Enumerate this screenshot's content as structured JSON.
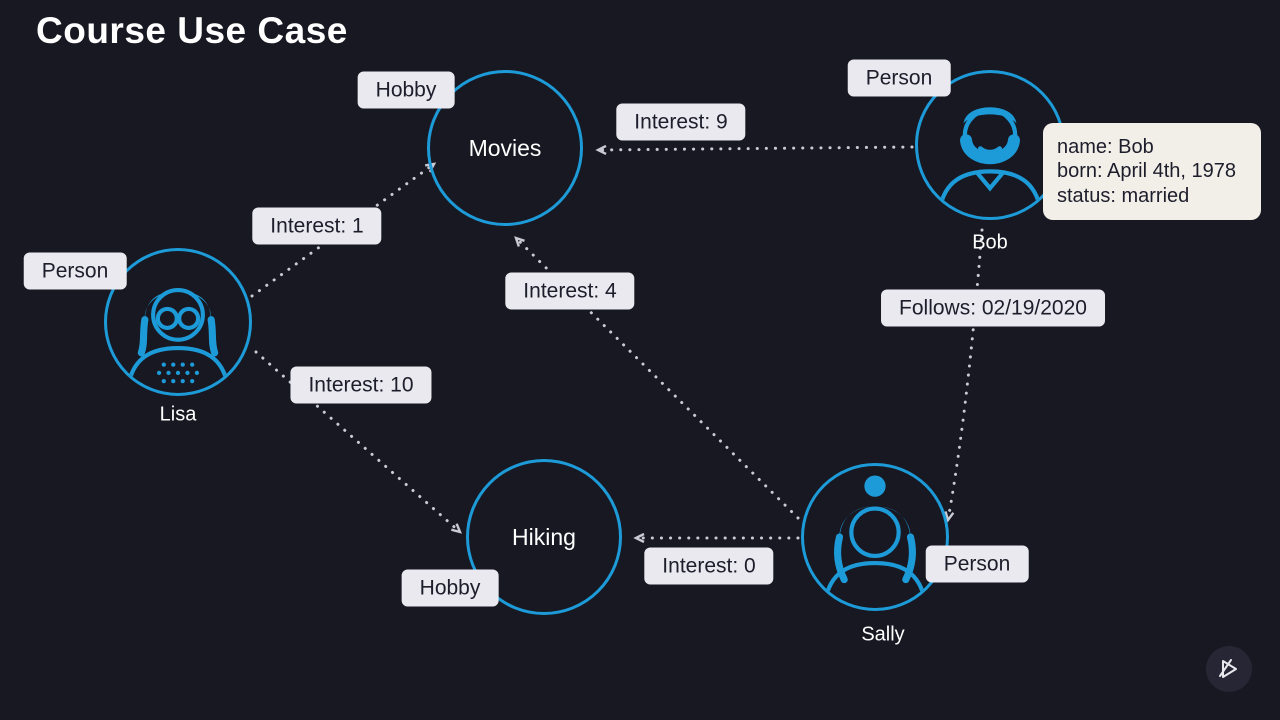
{
  "title": "Course Use Case",
  "colors": {
    "background": "#181822",
    "accent": "#1d9bd8",
    "pill_bg": "#e9e9ef",
    "pill_text": "#1d1d2b",
    "card_bg": "#f2efe9",
    "card_text": "#1d1d2b",
    "edge": "#c9cad4",
    "text": "#ffffff"
  },
  "nodes": {
    "movies": {
      "label": "Movies",
      "type": "Hobby"
    },
    "hiking": {
      "label": "Hiking",
      "type": "Hobby"
    },
    "lisa": {
      "name": "Lisa",
      "type": "Person"
    },
    "bob": {
      "name": "Bob",
      "type": "Person"
    },
    "sally": {
      "name": "Sally",
      "type": "Person"
    }
  },
  "edges": {
    "bob_movies": {
      "label": "Interest: 9"
    },
    "lisa_movies": {
      "label": "Interest: 1"
    },
    "sally_movies": {
      "label": "Interest: 4"
    },
    "lisa_hiking": {
      "label": "Interest: 10"
    },
    "sally_hiking": {
      "label": "Interest: 0"
    },
    "bob_sally": {
      "label": "Follows: 02/19/2020"
    }
  },
  "property_card": {
    "lines": [
      "name: Bob",
      "born: April 4th, 1978",
      "status: married"
    ]
  },
  "icons": {
    "autoplay": "play-forward-icon"
  }
}
